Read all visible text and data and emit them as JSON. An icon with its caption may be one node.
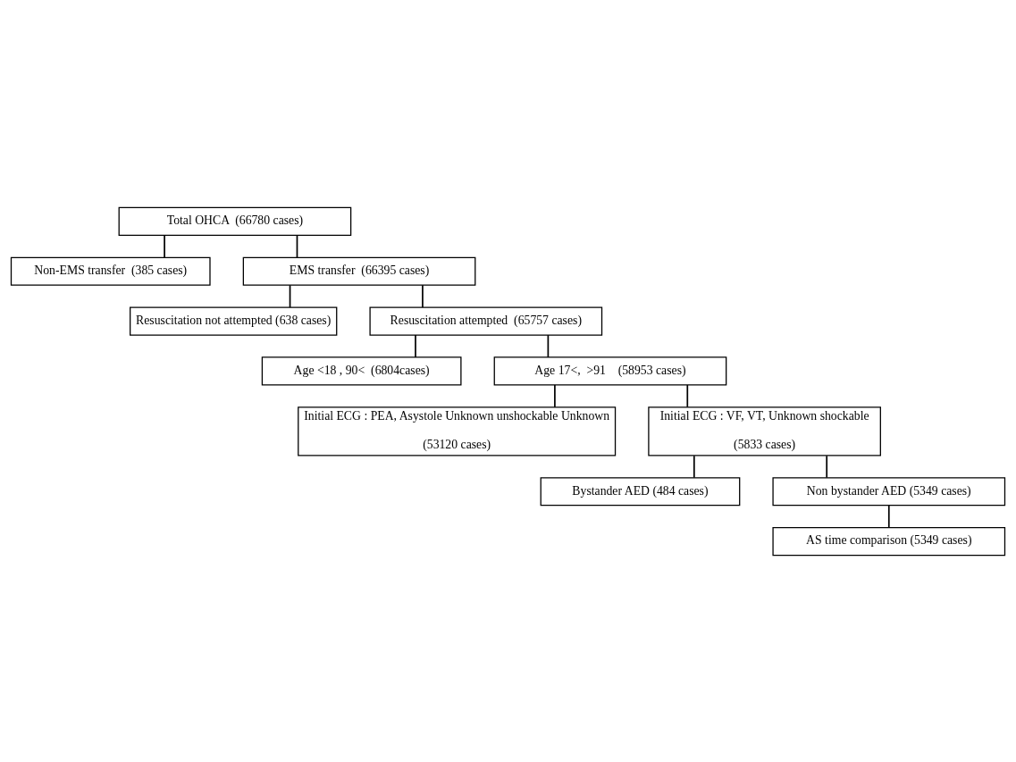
{
  "diagram": {
    "nodes": [
      {
        "text": [
          "Total OHCA  (66780 cases)"
        ]
      },
      {
        "text": [
          "Non-EMS transfer  (385 cases)"
        ]
      },
      {
        "text": [
          "EMS transfer  (66395 cases)"
        ]
      },
      {
        "text": [
          "Resuscitation not attempted (638 cases)"
        ]
      },
      {
        "text": [
          "Resuscitation attempted  (65757 cases)"
        ]
      },
      {
        "text": [
          "Age <18 , 90<  (6804cases)"
        ]
      },
      {
        "text": [
          "Age 17<,  >91    (58953 cases)"
        ]
      },
      {
        "text": [
          "Initial ECG : PEA, Asystole Unknown unshockable Unknown",
          "(53120 cases)"
        ]
      },
      {
        "text": [
          "Initial ECG : VF, VT, Unknown shockable",
          "(5833 cases)"
        ]
      },
      {
        "text": [
          "Bystander AED (484 cases)"
        ]
      },
      {
        "text": [
          "Non bystander AED (5349 cases)"
        ]
      },
      {
        "text": [
          "AS time comparison (5349 cases)"
        ]
      }
    ],
    "edges": [
      {
        "from": 0,
        "to": 1,
        "arrow": "none"
      },
      {
        "from": 0,
        "to": 2,
        "arrow": "none"
      },
      {
        "from": 2,
        "to": 3,
        "arrow": "none"
      },
      {
        "from": 2,
        "to": 4,
        "arrow": "none"
      },
      {
        "from": 4,
        "to": 5,
        "arrow": "none"
      },
      {
        "from": 4,
        "to": 6,
        "arrow": "none"
      },
      {
        "from": 6,
        "to": 7,
        "arrow": "none"
      },
      {
        "from": 6,
        "to": 8,
        "arrow": "none"
      },
      {
        "from": 8,
        "to": 9,
        "arrow": "none"
      },
      {
        "from": 8,
        "to": 10,
        "arrow": "none"
      },
      {
        "from": 10,
        "to": 11,
        "arrow": "none"
      }
    ]
  }
}
